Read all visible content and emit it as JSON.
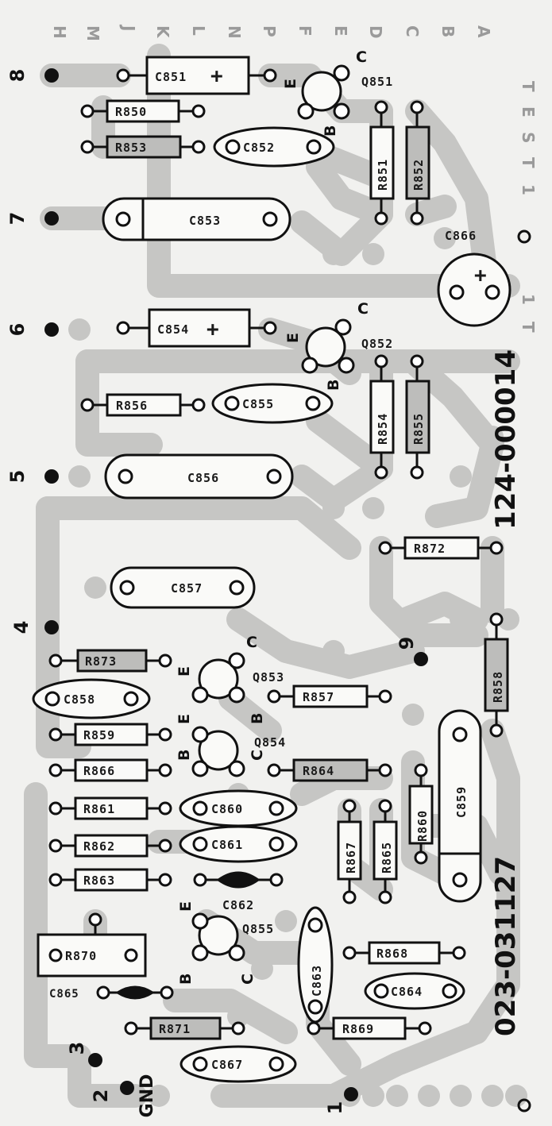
{
  "board": {
    "part_number": "124-000014",
    "part_number_2": "023-031127",
    "edge_letters": [
      "H",
      "M",
      "J",
      "K",
      "L",
      "N",
      "P",
      "F",
      "E",
      "D",
      "C",
      "B",
      "A"
    ],
    "edge_right": [
      "T",
      "E",
      "S",
      "T",
      "1"
    ],
    "edge_small": [
      "1",
      "T"
    ]
  },
  "pins": {
    "p8": "8",
    "p7": "7",
    "p6": "6",
    "p5": "5",
    "p4": "4",
    "p3": "3",
    "p2": "2",
    "p1": "1",
    "p9": "9",
    "gnd": "GND"
  },
  "components": {
    "C851": "C851",
    "R850": "R850",
    "R853": "R853",
    "C852": "C852",
    "Q851": "Q851",
    "R851": "R851",
    "R852": "R852",
    "C853": "C853",
    "C866": "C866",
    "C854": "C854",
    "Q852": "Q852",
    "R856": "R856",
    "C855": "C855",
    "R854": "R854",
    "R855": "R855",
    "C856": "C856",
    "R872": "R872",
    "C857": "C857",
    "R858": "R858",
    "R873": "R873",
    "Q853": "Q853",
    "C858": "C858",
    "R857": "R857",
    "R859": "R859",
    "Q854": "Q854",
    "R866": "R866",
    "R864": "R864",
    "C859": "C859",
    "R861": "R861",
    "C860": "C860",
    "R860": "R860",
    "R862": "R862",
    "C861": "C861",
    "R867": "R867",
    "R865": "R865",
    "R863": "R863",
    "C862": "C862",
    "Q855": "Q855",
    "C863": "C863",
    "R870": "R870",
    "R868": "R868",
    "C865": "C865",
    "C864": "C864",
    "R871": "R871",
    "R869": "R869",
    "C867": "C867"
  },
  "terminals": {
    "E": "E",
    "B": "B",
    "C": "C"
  },
  "polarity": "+"
}
